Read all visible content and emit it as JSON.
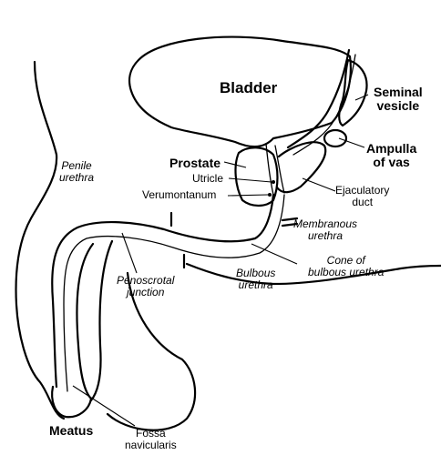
{
  "labels": {
    "bladder": "Bladder",
    "seminal_vesicle": [
      "Seminal",
      "vesicle"
    ],
    "ampulla_of_vas": [
      "Ampulla",
      "of vas"
    ],
    "prostate": "Prostate",
    "utricle": "Utricle",
    "verumontanum": "Verumontanum",
    "ejaculatory_duct": [
      "Ejaculatory",
      "duct"
    ],
    "penile_urethra": [
      "Penile",
      "urethra"
    ],
    "membranous_urethra": [
      "Membranous",
      "urethra"
    ],
    "cone_of_bulbous_urethra": [
      "Cone of",
      "bulbous urethra"
    ],
    "bulbous_urethra": [
      "Bulbous",
      "urethra"
    ],
    "penoscrotal_junction": [
      "Penoscrotal",
      "junction"
    ],
    "meatus": "Meatus",
    "fossa_navicularis": [
      "Fossa",
      "navicularis"
    ]
  }
}
